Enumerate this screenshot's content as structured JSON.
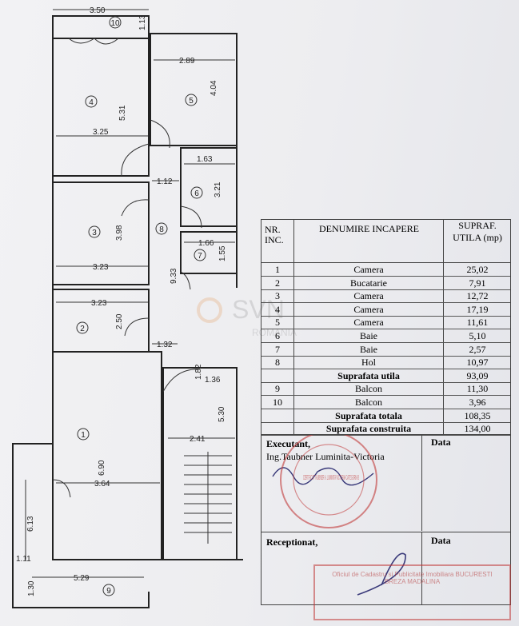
{
  "plan": {
    "dims": {
      "d350": "3.50",
      "d113": "1.13",
      "d289": "2.89",
      "d404": "4.04",
      "d531": "5.31",
      "d325": "3.25",
      "d163": "1.63",
      "d321": "3.21",
      "d112": "1.12",
      "d398": "3.98",
      "d323a": "3.23",
      "d166": "1.66",
      "d155": "1.55",
      "d933": "9.33",
      "d323b": "3.23",
      "d250": "2.50",
      "d132": "1.32",
      "d182": "1.82",
      "d136": "1.36",
      "d530": "5.30",
      "d241": "2.41",
      "d690": "6.90",
      "d364": "3.64",
      "d613": "6.13",
      "d111": "1.11",
      "d130": "1.30",
      "d529": "5.29"
    },
    "rooms": [
      "1",
      "2",
      "3",
      "4",
      "5",
      "6",
      "7",
      "8",
      "9",
      "10"
    ]
  },
  "table": {
    "header": {
      "nr": "NR. INC.",
      "denumire": "DENUMIRE INCAPERE",
      "supraf": "SUPRAF. UTILA (mp)"
    },
    "rows": [
      {
        "nr": "1",
        "name": "Camera",
        "area": "25,02"
      },
      {
        "nr": "2",
        "name": "Bucatarie",
        "area": "7,91"
      },
      {
        "nr": "3",
        "name": "Camera",
        "area": "12,72"
      },
      {
        "nr": "4",
        "name": "Camera",
        "area": "17,19"
      },
      {
        "nr": "5",
        "name": "Camera",
        "area": "11,61"
      },
      {
        "nr": "6",
        "name": "Baie",
        "area": "5,10"
      },
      {
        "nr": "7",
        "name": "Baie",
        "area": "2,57"
      },
      {
        "nr": "8",
        "name": "Hol",
        "area": "10,97"
      },
      {
        "nr": "",
        "name": "Suprafata utila",
        "area": "93,09"
      },
      {
        "nr": "9",
        "name": "Balcon",
        "area": "11,30"
      },
      {
        "nr": "10",
        "name": "Balcon",
        "area": "3,96"
      },
      {
        "nr": "",
        "name": "Suprafata totala",
        "area": "108,35"
      },
      {
        "nr": "",
        "name": "Suprafata construita",
        "area": "134,00"
      }
    ]
  },
  "signatures": {
    "executant_label": "Executant,",
    "data_label": "Data",
    "executant_name": "Ing.Taubner Luminita-Victoria",
    "receptionat_label": "Receptionat,",
    "data_label_2": "Data"
  },
  "watermark": {
    "logo_text": "SVN",
    "sub_text": "ROMANIA"
  },
  "stamps": {
    "round_text": "CERTIFICAT TAUBNER A. LUMINITA VICTORIA CATEGORIA B",
    "bottom_text": "Oficiul de Cadastru si Publicitate Imobiliara BUCURESTI BREZA MADALINA"
  },
  "colors": {
    "stamp_red": "#c13a3a",
    "ink_blue": "#3a3a7a"
  }
}
